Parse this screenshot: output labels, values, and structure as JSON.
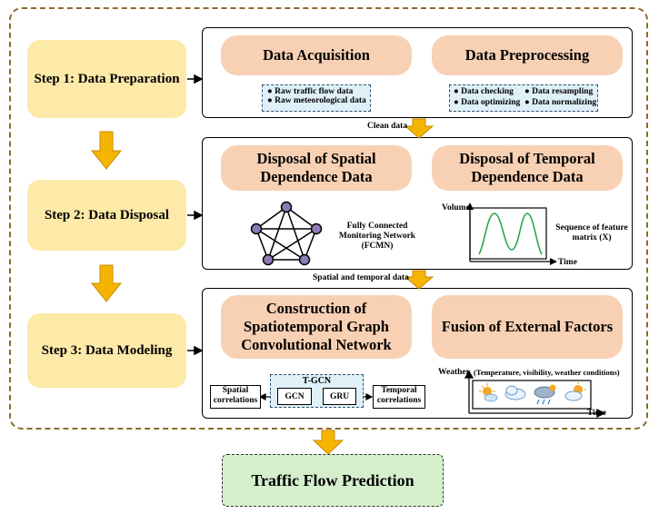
{
  "steps": [
    {
      "label": "Step 1: Data Preparation"
    },
    {
      "label": "Step 2: Data Disposal"
    },
    {
      "label": "Step 3: Data Modeling"
    }
  ],
  "panel1": {
    "acquisition": "Data Acquisition",
    "preprocessing": "Data Preprocessing",
    "acq_items": [
      "Raw traffic flow data",
      "Raw meteorological data"
    ],
    "pre_items": [
      "Data checking",
      "Data resampling",
      "Data optimizing",
      "Data normalizing"
    ]
  },
  "connectors": {
    "clean": "Clean data",
    "spatiotemporal": "Spatial and temporal data"
  },
  "panel2": {
    "spatial_title": "Disposal of Spatial Dependence Data",
    "temporal_title": "Disposal of Temporal Dependence Data",
    "network_label": "Fully Connected Monitoring Network (FCMN)",
    "volume": "Volume",
    "time": "Time",
    "sequence_label": "Sequence of feature matrix (X)"
  },
  "panel3": {
    "construction_title": "Construction of Spatiotemporal Graph Convolutional Network",
    "fusion_title": "Fusion of External Factors",
    "tgcn": "T-GCN",
    "gcn": "GCN",
    "gru": "GRU",
    "spatial_corr": "Spatial correlations",
    "temporal_corr": "Temporal correlations",
    "weather": "Weather",
    "weather_detail": "(Temperature, visibility, weather conditions)",
    "time": "Time",
    "weather_icons": [
      "sun-cloud-icon",
      "cloud-icon",
      "rain-cloud-icon",
      "sun-cloud-icon"
    ]
  },
  "prediction": "Traffic Flow Prediction",
  "colors": {
    "step_fill": "#fde9a8",
    "pill_fill": "#f8d0b3",
    "detail_fill": "#dff0f7",
    "arrow_fill": "#f5b400",
    "prediction_fill": "#d5efcc",
    "node_fill": "#8c7ab8",
    "curve": "#2aa84a"
  }
}
